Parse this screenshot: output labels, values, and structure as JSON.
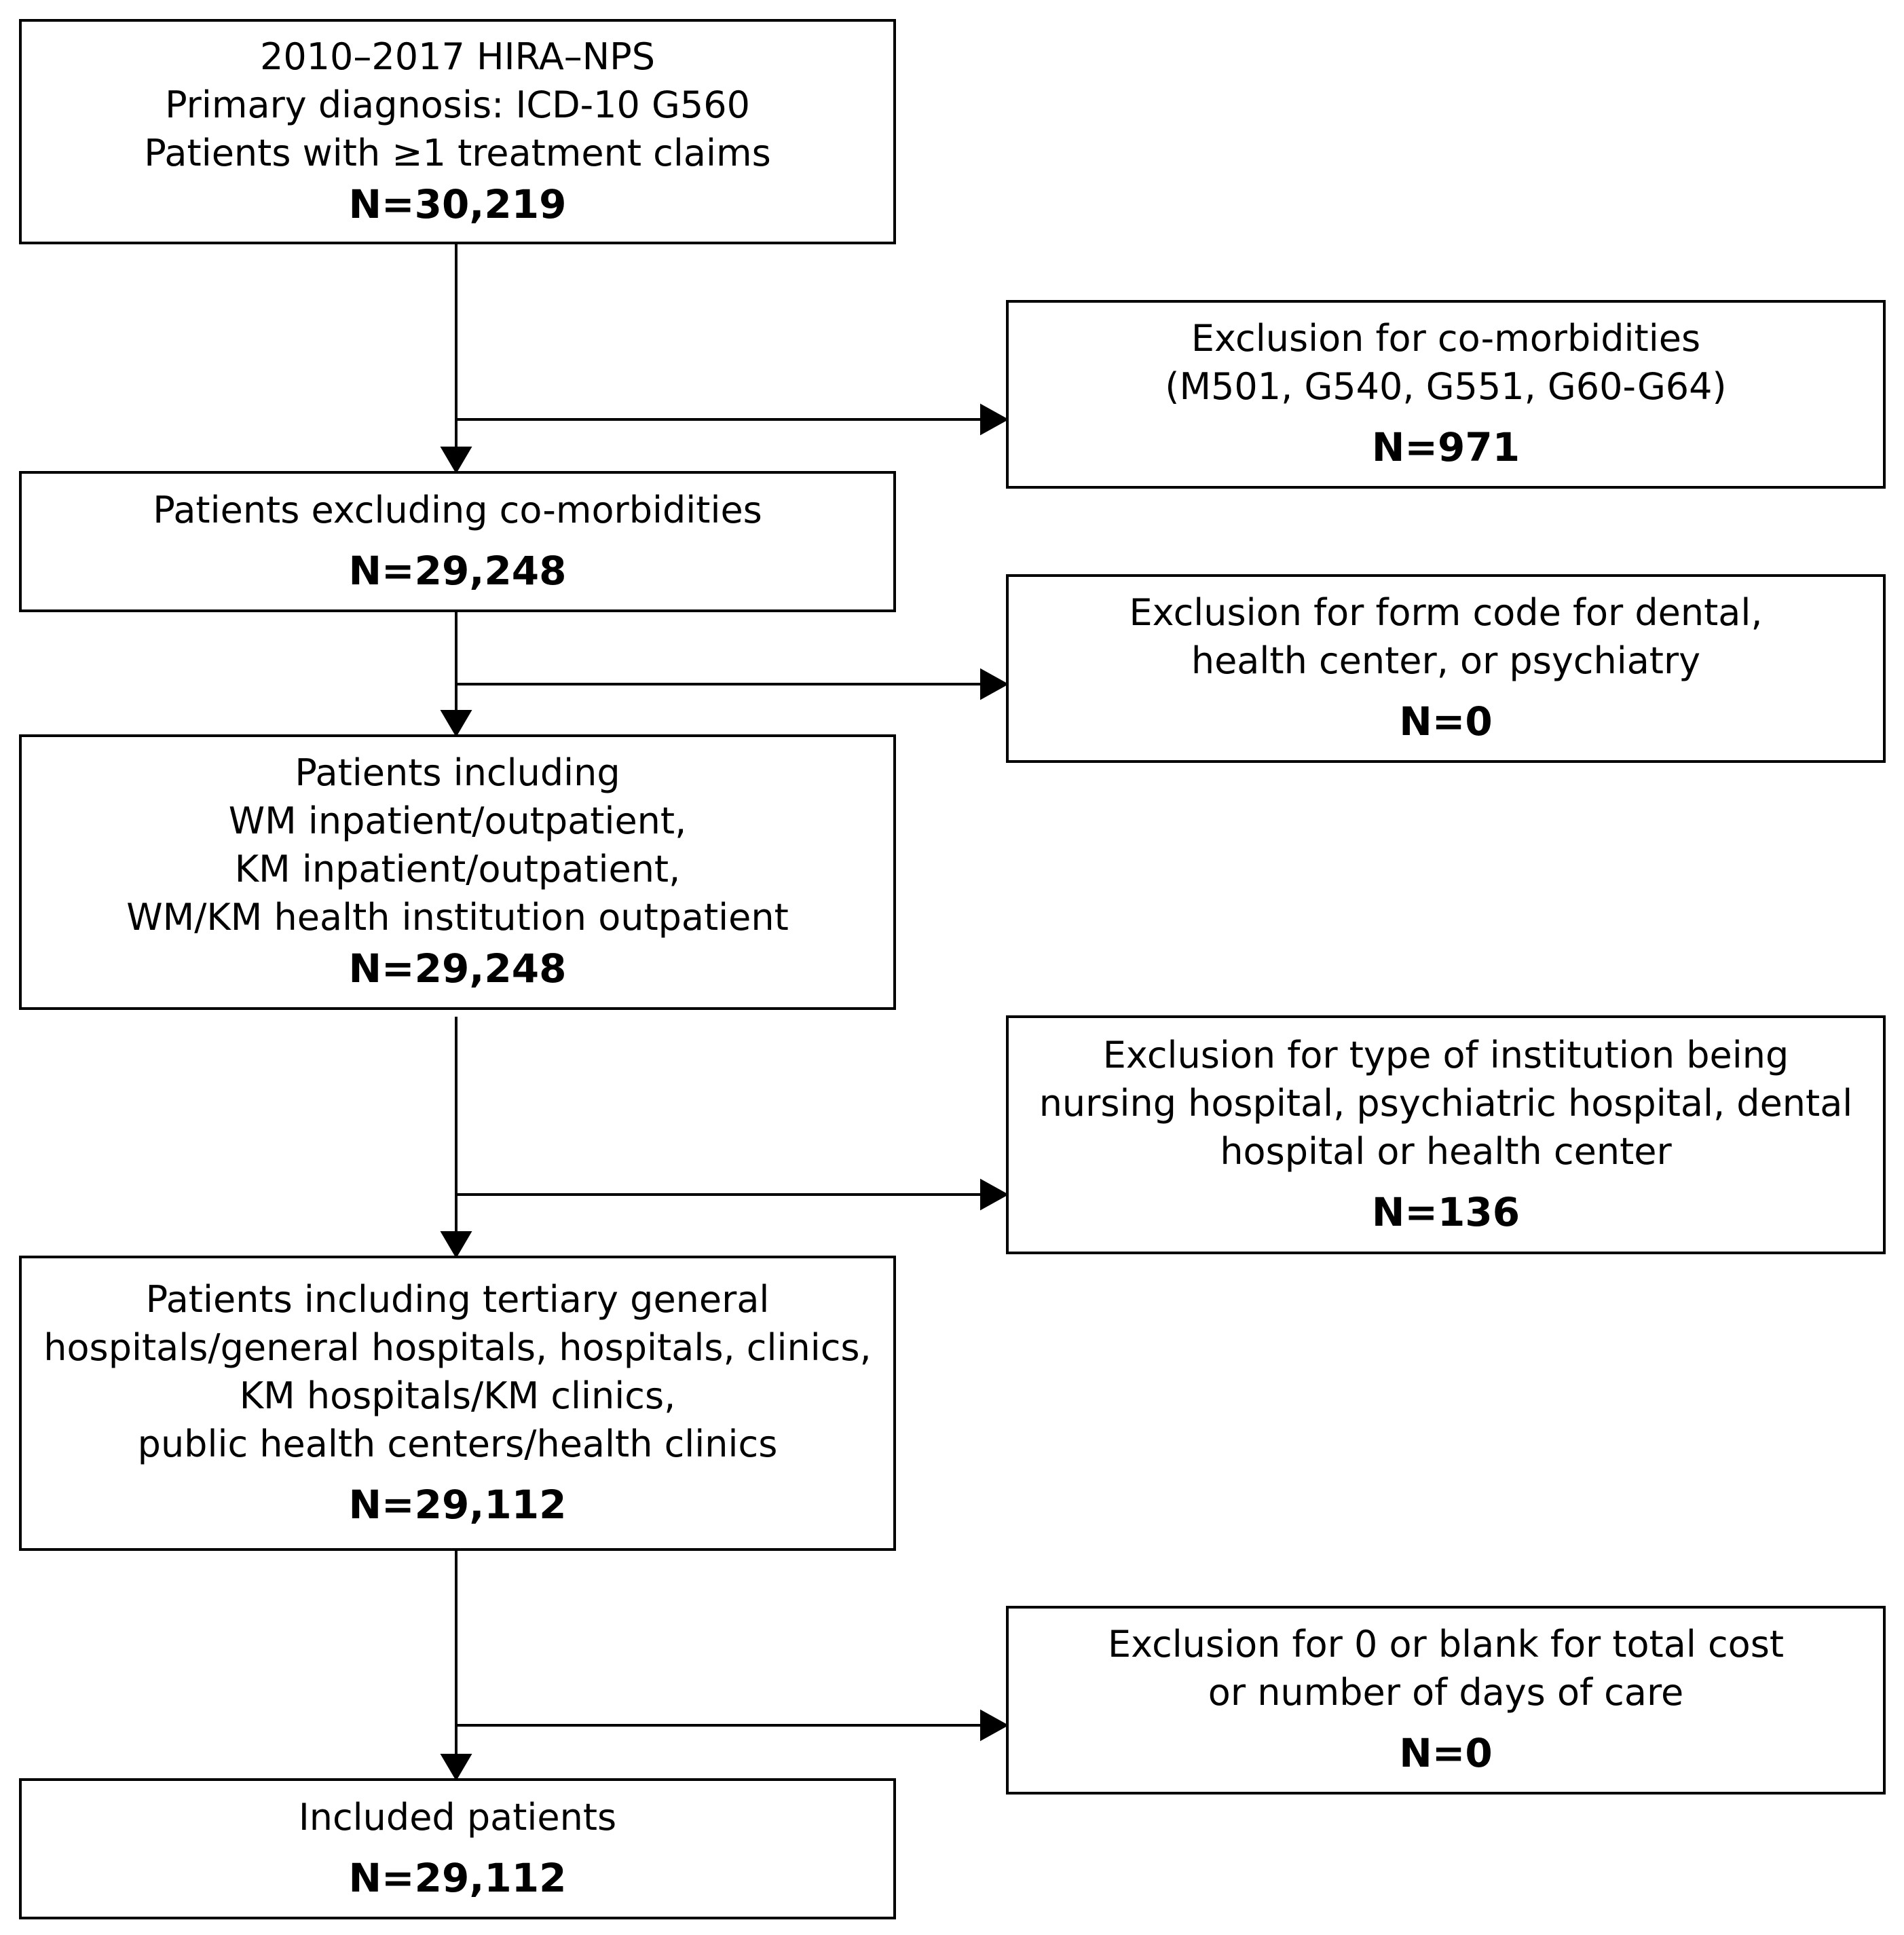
{
  "flow": {
    "boxes": [
      {
        "lines": [
          "2010–2017 HIRA–NPS",
          "Primary diagnosis: ICD-10 G560",
          "Patients with ≥1 treatment claims"
        ],
        "count": "N=30,219"
      },
      {
        "lines": [
          "Patients excluding co-morbidities"
        ],
        "count": "N=29,248"
      },
      {
        "lines": [
          "Patients including",
          "WM inpatient/outpatient,",
          "KM inpatient/outpatient,",
          "WM/KM health institution outpatient"
        ],
        "count": "N=29,248"
      },
      {
        "lines": [
          "Patients including tertiary general",
          "hospitals/general hospitals, hospitals, clinics,",
          "KM hospitals/KM clinics,",
          "public health centers/health clinics"
        ],
        "count": "N=29,112"
      },
      {
        "lines": [
          "Included patients"
        ],
        "count": "N=29,112"
      }
    ],
    "exclusions": [
      {
        "lines": [
          "Exclusion for co-morbidities",
          "(M501, G540, G551, G60-G64)"
        ],
        "count": "N=971"
      },
      {
        "lines": [
          "Exclusion for form code for dental,",
          "health center, or psychiatry"
        ],
        "count": "N=0"
      },
      {
        "lines": [
          "Exclusion for type of institution being",
          "nursing hospital, psychiatric hospital, dental",
          "hospital or health center"
        ],
        "count": "N=136"
      },
      {
        "lines": [
          "Exclusion for 0 or blank for total cost",
          "or number of days of care"
        ],
        "count": "N=0"
      }
    ]
  }
}
